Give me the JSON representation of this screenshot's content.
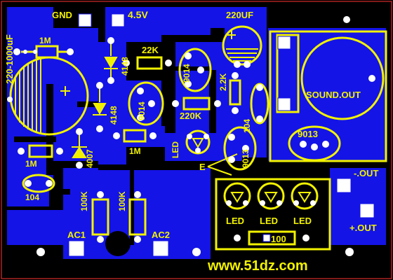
{
  "board": {
    "colors": {
      "copper": "#1414e6",
      "silk": "#f2f200",
      "background": "#000000",
      "pad": "#ffffff",
      "grid": "#ff3333"
    },
    "labels": {
      "gnd": "GND",
      "v45": "4.5V",
      "cap220uf": "220UF",
      "cap_left": "220-1000uF",
      "r1m_top": "1M",
      "d4148_a": "4148",
      "d4148_b": "4148",
      "r22k": "22K",
      "t9014_a": "9014",
      "t9014_b": "9014",
      "r2_2k": "2.2K",
      "r220k": "220K",
      "c104_right": "104",
      "sound_out": "SOUND.OUT",
      "t9013_a": "9013",
      "t9013_b": "9013",
      "r1m_mid": "1M",
      "d4007": "4007",
      "led_q": "LED",
      "e_label": "E",
      "r1m_low": "1M",
      "c104_left": "104",
      "r100k_a": "100K",
      "r100k_b": "100K",
      "ac1": "AC1",
      "ac2": "AC2",
      "led1": "LED",
      "led2": "LED",
      "led3": "LED",
      "r100": "100",
      "out_neg": "-.OUT",
      "out_pos": "+.OUT",
      "website": "www.51dz.com"
    }
  }
}
